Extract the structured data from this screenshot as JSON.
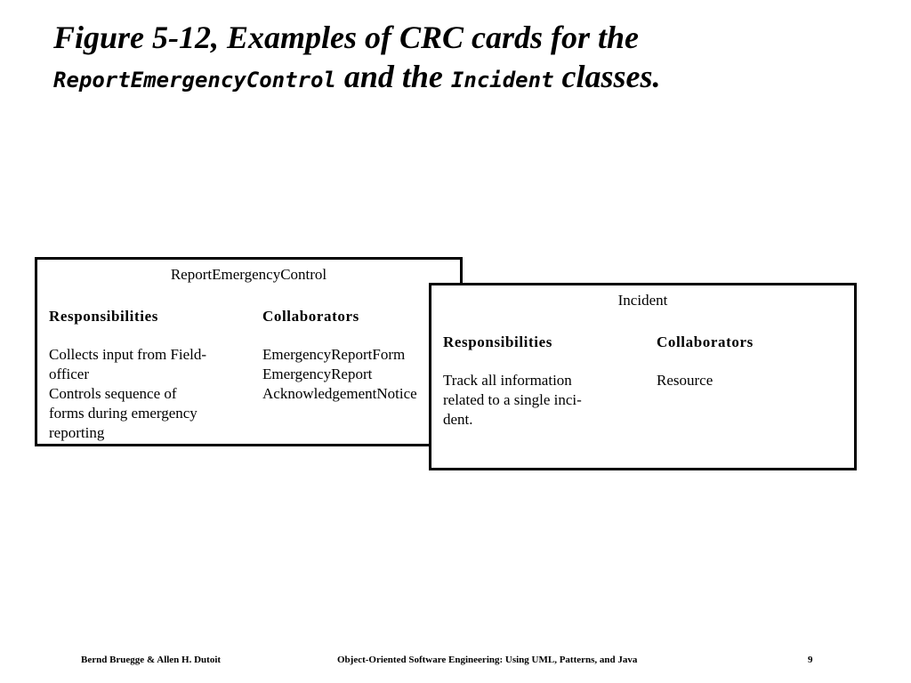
{
  "title": {
    "line1": "Figure 5-12, Examples of CRC cards for the",
    "class_a": "ReportEmergencyControl",
    "and": "and the",
    "class_b": "Incident",
    "end": "classes."
  },
  "cards": [
    {
      "name": "ReportEmergencyControl",
      "responsibilities_heading": "Responsibilities",
      "collaborators_heading": "Collaborators",
      "responsibilities_lines": [
        "Collects input from Field-",
        "officer",
        "Controls sequence of",
        "forms during emergency",
        "reporting"
      ],
      "collaborators_lines": [
        "EmergencyReportForm",
        "EmergencyReport",
        "AcknowledgementNotice"
      ]
    },
    {
      "name": "Incident",
      "responsibilities_heading": "Responsibilities",
      "collaborators_heading": "Collaborators",
      "responsibilities_lines": [
        "Track all information",
        "related to a single inci-",
        "dent."
      ],
      "collaborators_lines": [
        "Resource"
      ]
    }
  ],
  "footer": {
    "authors": "Bernd Bruegge & Allen H. Dutoit",
    "book": "Object-Oriented Software Engineering: Using UML, Patterns, and Java",
    "page": "9"
  }
}
